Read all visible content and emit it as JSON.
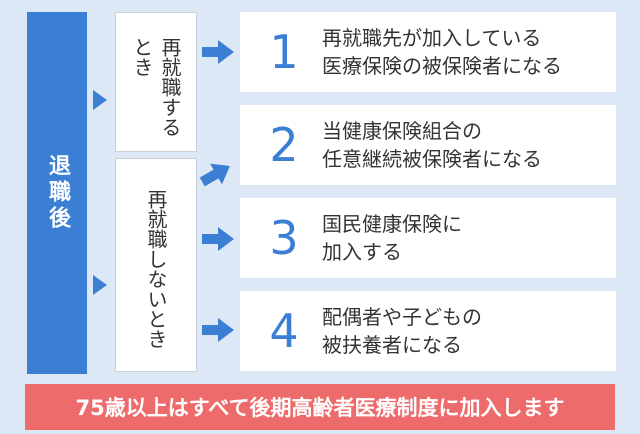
{
  "retirement": {
    "label": "退職後"
  },
  "conditions": [
    {
      "label": "再就職するとき"
    },
    {
      "label": "再就職しないとき"
    }
  ],
  "options": [
    {
      "number": "1",
      "line1": "再就職先が加入している",
      "line2": "医療保険の被保険者になる"
    },
    {
      "number": "2",
      "line1": "当健康保険組合の",
      "line2": "任意継続被保険者になる"
    },
    {
      "number": "3",
      "line1": "国民健康保険に",
      "line2": "加入する"
    },
    {
      "number": "4",
      "line1": "配偶者や子どもの",
      "line2": "被扶養者になる"
    }
  ],
  "notice": {
    "text": "75歳以上はすべて後期高齢者医療制度に加入します"
  },
  "colors": {
    "accent": "#3a7fd4",
    "background": "#dde8f6",
    "notice": "#ee6b6b"
  }
}
